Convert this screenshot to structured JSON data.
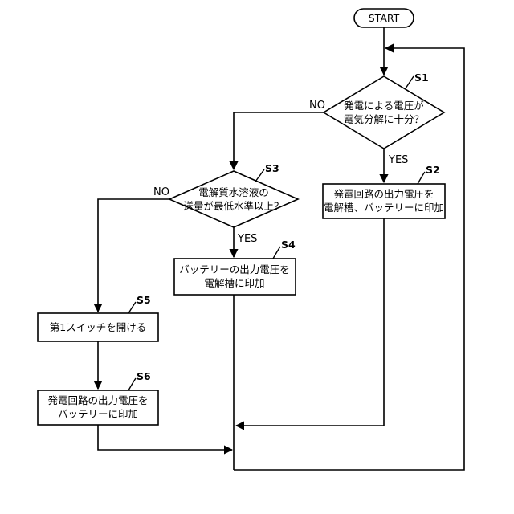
{
  "flowchart": {
    "start": "START",
    "s1": {
      "id": "S1",
      "line1": "発電による電圧が",
      "line2": "電気分解に十分？",
      "yes": "YES",
      "no": "NO"
    },
    "s2": {
      "id": "S2",
      "line1": "発電回路の出力電圧を",
      "line2": "電解槽、バッテリーに印加"
    },
    "s3": {
      "id": "S3",
      "line1": "電解質水溶液の",
      "line2": "送量が最低水準以上？",
      "yes": "YES",
      "no": "NO"
    },
    "s4": {
      "id": "S4",
      "line1": "バッテリーの出力電圧を",
      "line2": "電解槽に印加"
    },
    "s5": {
      "id": "S5",
      "line1": "第1スイッチを開ける"
    },
    "s6": {
      "id": "S6",
      "line1": "発電回路の出力電圧を",
      "line2": "バッテリーに印加"
    }
  }
}
